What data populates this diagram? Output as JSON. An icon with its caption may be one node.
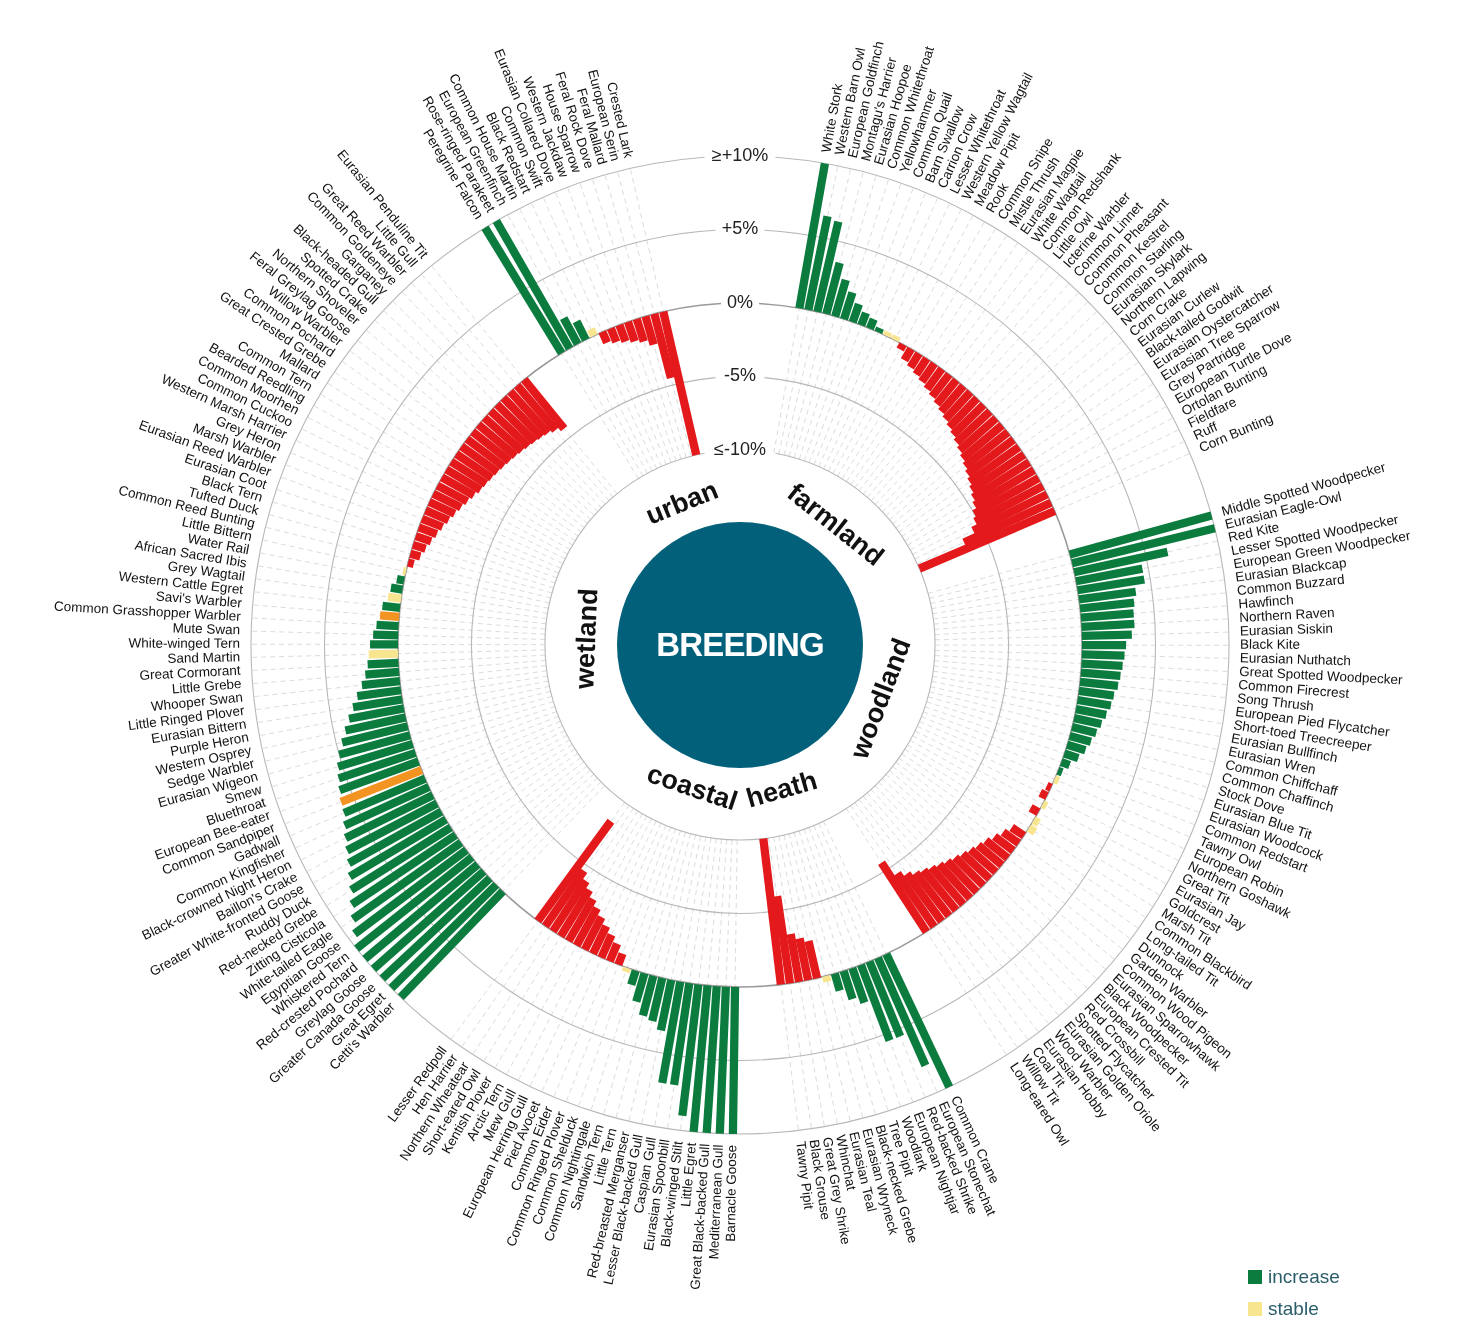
{
  "diagram": {
    "nodes": [
      {
        "text": [
          "BREEDING"
        ]
      }
    ],
    "labels": [
      "urban",
      "farmland",
      "wetland",
      "woodland",
      "coastal",
      "heath",
      "≥+10%",
      "+5%",
      "0%",
      "-5%",
      "≤-10%",
      "White Stork",
      "Western Barn Owl",
      "European Goldfinch",
      "Montagu's Harrier",
      "Eurasian Hoopoe",
      "Common Whitethroat",
      "Yellowhammer",
      "Common Quail",
      "Barn Swallow",
      "Carrion Crow",
      "Lesser Whitethroat",
      "Western Yellow Wagtail",
      "Meadow Pipit",
      "Rook",
      "Common Snipe",
      "Mistle Thrush",
      "Eurasian Magpie",
      "White Wagtail",
      "Common Redshank",
      "Little Owl",
      "Icterine Warbler",
      "Common Linnet",
      "Common Pheasant",
      "Common Kestrel",
      "Common Starling",
      "Eurasian Skylark",
      "Northern Lapwing",
      "Corn Crake",
      "Eurasian Curlew",
      "Black-tailed Godwit",
      "Eurasian Oystercatcher",
      "Eurasian Tree Sparrow",
      "Grey Partridge",
      "European Turtle Dove",
      "Ortolan Bunting",
      "Fieldfare",
      "Ruff",
      "Corn Bunting",
      "Middle Spotted Woodpecker",
      "Eurasian Eagle-Owl",
      "Red Kite",
      "Lesser Spotted Woodpecker",
      "European Green Woodpecker",
      "Eurasian Blackcap",
      "Common Buzzard",
      "Hawfinch",
      "Northern Raven",
      "Eurasian Siskin",
      "Black Kite",
      "Eurasian Nuthatch",
      "Great Spotted Woodpecker",
      "Common Firecrest",
      "Song Thrush",
      "European Pied Flycatcher",
      "Short-toed Treecreeper",
      "Eurasian Bullfinch",
      "Eurasian Wren",
      "Common Chiffchaff",
      "Common Chaffinch",
      "Stock Dove",
      "Eurasian Blue Tit",
      "Eurasian Woodcock",
      "Common Redstart",
      "Tawny Owl",
      "European Robin",
      "Northern Goshawk",
      "Great Tit",
      "Eurasian Jay",
      "Goldcrest",
      "Marsh Tit",
      "Common Blackbird",
      "Long-tailed Tit",
      "Dunnock",
      "Garden Warbler",
      "Common Wood Pigeon",
      "Eurasian Sparrowhawk",
      "Black Woodpecker",
      "European Crested Tit",
      "Red Crossbill",
      "Spotted Flycatcher",
      "Eurasian Golden Oriole",
      "Wood Warbler",
      "Eurasian Hobby",
      "Coal Tit",
      "Willow Tit",
      "Long-eared Owl",
      "Common Crane",
      "European Stonechat",
      "Red-backed Shrike",
      "European Nightjar",
      "Woodlark",
      "Tree Pipit",
      "Black-necked Grebe",
      "Eurasian Wryneck",
      "Eurasian Teal",
      "Whinchat",
      "Great Grey Shrike",
      "Black Grouse",
      "Tawny Pipit",
      "Mediterranean Gull",
      "Barnacle Goose",
      "Great Black-backed Gull",
      "Little Egret",
      "Black-winged Stilt",
      "Eurasian Spoonbill",
      "Caspian Gull",
      "Lesser Black-backed Gull",
      "Red-breasted Merganser",
      "Little Tern",
      "Sandwich Tern",
      "Common Nightingale",
      "Common Shelduck",
      "Common Ringed Plover",
      "Common Eider",
      "Pied Avocet",
      "European Herring Gull",
      "Mew Gull",
      "Arctic Tern",
      "Kentish Plover",
      "Short-eared Owl",
      "Northern Wheatear",
      "Hen Harrier",
      "Lesser Redpoll",
      "Cetti's Warbler",
      "Great Egret",
      "Greater Canada Goose",
      "Greylag Goose",
      "Red-crested Pochard",
      "Whiskered Tern",
      "Egyptian Goose",
      "White-tailed Eagle",
      "Zitting Cisticola",
      "Red-necked Grebe",
      "Ruddy Duck",
      "Greater White-fronted Goose",
      "Baillon's Crake",
      "Black-crowned Night Heron",
      "Common Kingfisher",
      "Gadwall",
      "Common Sandpiper",
      "European Bee-eater",
      "Bluethroat",
      "Smew",
      "Eurasian Wigeon",
      "Sedge Warbler",
      "Western Osprey",
      "Purple Heron",
      "Eurasian Bittern",
      "Little Ringed Plover",
      "Whooper Swan",
      "Little Grebe",
      "Great Cormorant",
      "Sand Martin",
      "White-winged Tern",
      "Mute Swan",
      "Common Grasshopper Warbler",
      "Savi's Warbler",
      "Western Cattle Egret",
      "Grey Wagtail",
      "African Sacred Ibis",
      "Water Rail",
      "Little Bittern",
      "Common Reed Bunting",
      "Tufted Duck",
      "Black Tern",
      "Eurasian Coot",
      "Eurasian Reed Warbler",
      "Marsh Warbler",
      "Grey Heron",
      "Western Marsh Harrier",
      "Common Cuckoo",
      "Common Moorhen",
      "Bearded Reedling",
      "Common Tern",
      "Mallard",
      "Great Crested Grebe",
      "Common Pochard",
      "Willow Warbler",
      "Feral Greylag Goose",
      "Northern Shoveler",
      "Spotted Crake",
      "Black-headed Gull",
      "Garganey",
      "Common Goldeneye",
      "Great Reed Warbler",
      "Little Gull",
      "Eurasian Penduline Tit",
      "Peregrine Falcon",
      "Rose-ringed Parakeet",
      "European Greenfinch",
      "Common House Martin",
      "Black Redstart",
      "Common Swift",
      "Eurasian Collared Dove",
      "Western Jackdaw",
      "House Sparrow",
      "Feral Rock Dove",
      "Feral Mallard",
      "European Serin",
      "Crested Lark"
    ],
    "legend": [
      {
        "text": "increase",
        "color": "#0b7b3e"
      },
      {
        "text": "stable",
        "color": "#f8e58f"
      }
    ]
  }
}
